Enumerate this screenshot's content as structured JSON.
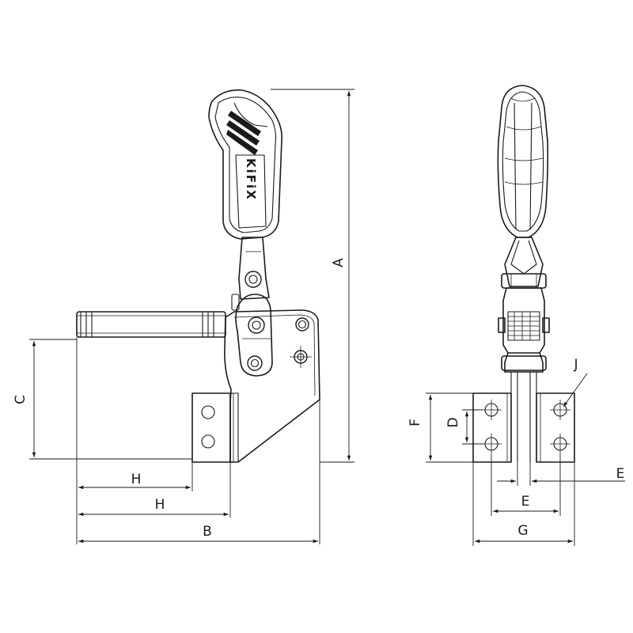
{
  "labels": {
    "A": "A",
    "B": "B",
    "C": "C",
    "D": "D",
    "E_bottom": "E",
    "E_right": "E",
    "F": "F",
    "G": "G",
    "H_upper": "H",
    "H_lower": "H",
    "J": "J"
  },
  "handle_logo": "KiFiX"
}
